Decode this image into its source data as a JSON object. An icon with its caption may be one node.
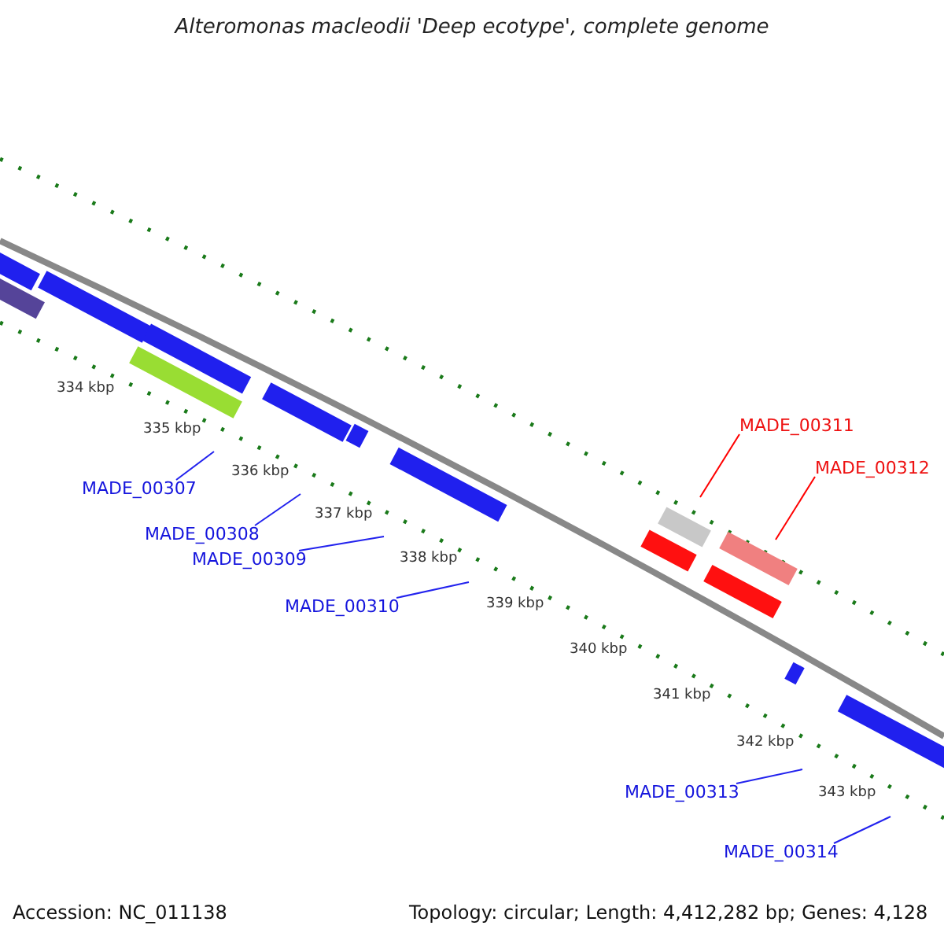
{
  "diagram": {
    "title": "Alteromonas macleodii 'Deep ecotype', complete genome",
    "nodes": [
      {
        "text": [
          "MADE_00307"
        ]
      },
      {
        "text": [
          "MADE_00308"
        ]
      },
      {
        "text": [
          "MADE_00309"
        ]
      },
      {
        "text": [
          "MADE_00310"
        ]
      },
      {
        "text": [
          "MADE_00311"
        ]
      },
      {
        "text": [
          "MADE_00312"
        ]
      },
      {
        "text": [
          "MADE_00313"
        ]
      },
      {
        "text": [
          "MADE_00314"
        ]
      }
    ],
    "edges": [
      {
        "from": 0,
        "to": null,
        "arrow": "none"
      },
      {
        "from": 1,
        "to": null,
        "arrow": "none"
      },
      {
        "from": 2,
        "to": null,
        "arrow": "none"
      },
      {
        "from": 3,
        "to": null,
        "arrow": "none"
      },
      {
        "from": 4,
        "to": null,
        "arrow": "none",
        "color": "#ff0000"
      },
      {
        "from": 5,
        "to": null,
        "arrow": "none",
        "color": "#ff0000"
      },
      {
        "from": 6,
        "to": null,
        "arrow": "none"
      },
      {
        "from": 7,
        "to": null,
        "arrow": "none"
      }
    ],
    "labels": [
      "334 kbp",
      "335 kbp",
      "336 kbp",
      "337 kbp",
      "338 kbp",
      "339 kbp",
      "340 kbp",
      "341 kbp",
      "342 kbp",
      "343 kbp",
      "Accession: NC_011138",
      "Topology: circular; Length: 4,412,282 bp; Genes: 4,128"
    ]
  }
}
